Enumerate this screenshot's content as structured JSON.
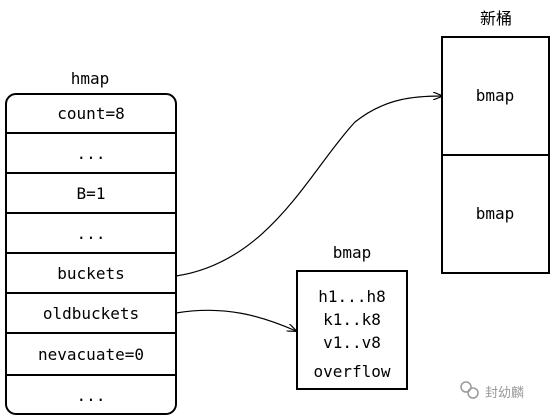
{
  "hmap": {
    "title": "hmap",
    "fields": [
      "count=8",
      "...",
      "B=1",
      "...",
      "buckets",
      "oldbuckets",
      "nevacuate=0",
      "..."
    ]
  },
  "new_buckets": {
    "title": "新桶",
    "cells": [
      "bmap",
      "bmap"
    ]
  },
  "old_bmap": {
    "title": "bmap",
    "lines": [
      "h1...h8",
      "k1..k8",
      "v1..v8",
      "overflow"
    ]
  },
  "watermark": {
    "text": "封幼麟"
  },
  "colors": {
    "stroke": "#000000",
    "background": "#ffffff",
    "watermark": "#9a9a9a"
  }
}
